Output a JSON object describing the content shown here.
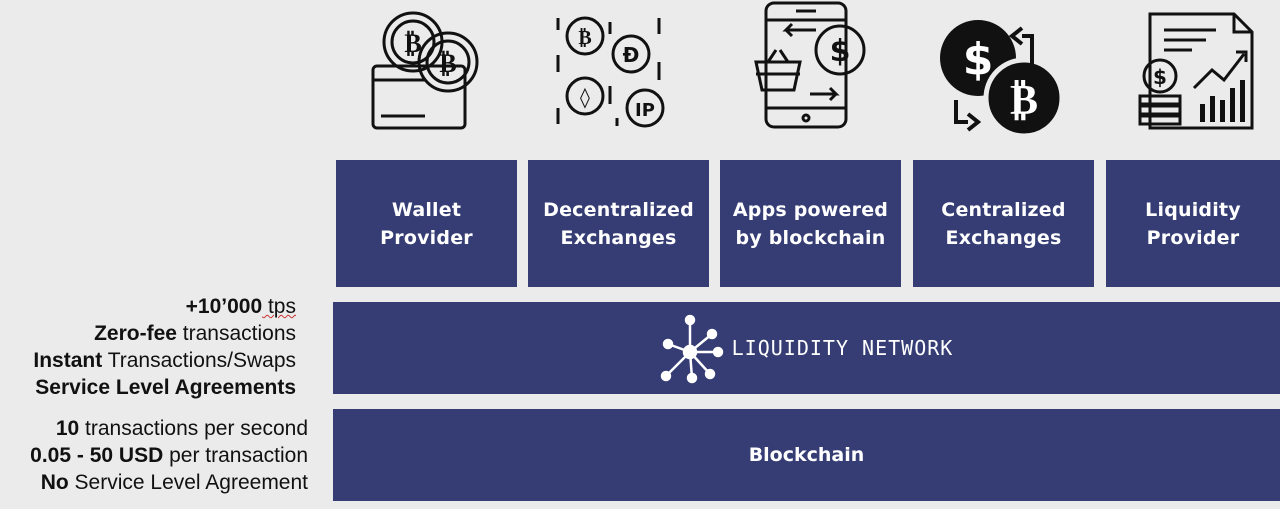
{
  "top_boxes": [
    {
      "line1": "Wallet",
      "line2": "Provider",
      "icon": "wallet-bitcoin-icon"
    },
    {
      "line1": "Decentralized",
      "line2": "Exchanges",
      "icon": "crypto-coins-icon"
    },
    {
      "line1": "Apps powered",
      "line2": "by blockchain",
      "icon": "mobile-shopping-icon"
    },
    {
      "line1": "Centralized",
      "line2": "Exchanges",
      "icon": "dollar-bitcoin-exchange-icon"
    },
    {
      "line1": "Liquidity",
      "line2": "Provider",
      "icon": "financial-report-icon"
    }
  ],
  "liquidity_network": {
    "title": "LIQUIDITY NETWORK",
    "icon": "network-nodes-icon"
  },
  "blockchain": {
    "title": "Blockchain"
  },
  "left_top": [
    {
      "bold": "+10’000",
      "rest": " tps"
    },
    {
      "bold": "Zero-fee",
      "rest": " transactions"
    },
    {
      "bold": "Instant",
      "rest": " Transactions/Swaps"
    },
    {
      "bold": "Service Level Agreements",
      "rest": ""
    }
  ],
  "left_bottom": [
    {
      "bold": "10",
      "rest": " transactions per second"
    },
    {
      "bold": "0.05 - 50 USD",
      "rest": " per transaction"
    },
    {
      "bold": "No",
      "rest": " Service Level Agreement"
    }
  ],
  "colors": {
    "box": "#353d74",
    "background": "#ebebeb",
    "text": "#111111"
  }
}
